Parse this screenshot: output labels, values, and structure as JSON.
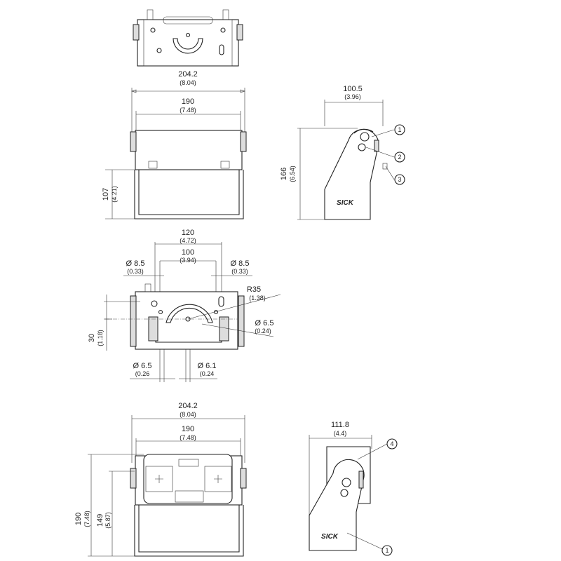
{
  "view_top": {
    "width_mm": "204.2",
    "width_in": "(8.04)",
    "inner_mm": "190",
    "inner_in": "(7.48)",
    "height_mm": "107",
    "height_in": "(4.21)"
  },
  "view_side": {
    "width_mm": "100.5",
    "width_in": "(3.96)",
    "height_mm": "166",
    "height_in": "(6.54)",
    "callouts": [
      "1",
      "2",
      "3"
    ],
    "brand": "SICK"
  },
  "view_holes": {
    "spacing_outer_mm": "120",
    "spacing_outer_in": "(4.72)",
    "spacing_inner_mm": "100",
    "spacing_inner_in": "(3.94)",
    "hole_left_mm": "Ø 8.5",
    "hole_left_in": "(0.33)",
    "hole_right_mm": "Ø 8.5",
    "hole_right_in": "(0.33)",
    "radius_mm": "R35",
    "radius_in": "(1.38)",
    "hole_center_mm": "Ø 6.5",
    "hole_center_in": "(0.24)",
    "height_mm": "30",
    "height_in": "(1.18)",
    "bottom_left_mm": "Ø 6.5",
    "bottom_left_in": "(0.26",
    "bottom_right_mm": "Ø 6.1",
    "bottom_right_in": "(0.24"
  },
  "view_front": {
    "width_mm": "204.2",
    "width_in": "(8.04)",
    "inner_mm": "190",
    "inner_in": "(7.48)",
    "height_mm": "190",
    "height_in": "(7.48)",
    "height2_mm": "149",
    "height2_in": "(5.87)"
  },
  "view_side2": {
    "width_mm": "111.8",
    "width_in": "(4.4)",
    "callouts": [
      "4",
      "1"
    ],
    "brand": "SICK"
  }
}
